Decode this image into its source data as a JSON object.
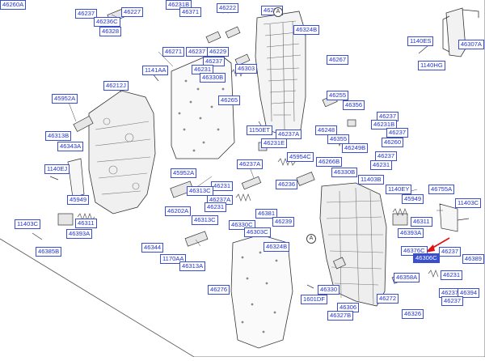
{
  "callouts": [
    {
      "id": "46237",
      "selected": false
    },
    {
      "id": "46236C",
      "selected": false
    },
    {
      "id": "46328",
      "selected": false
    },
    {
      "id": "46227",
      "selected": false
    },
    {
      "id": "46231B",
      "selected": false
    },
    {
      "id": "46371",
      "selected": false
    },
    {
      "id": "46222",
      "selected": false
    },
    {
      "id": "46239",
      "selected": false
    },
    {
      "id": "46324B",
      "selected": false
    },
    {
      "id": "1140ES",
      "selected": false
    },
    {
      "id": "46307A",
      "selected": false
    },
    {
      "id": "1140HG",
      "selected": false
    },
    {
      "id": "46271",
      "selected": false
    },
    {
      "id": "46237",
      "selected": false
    },
    {
      "id": "46229",
      "selected": false
    },
    {
      "id": "46237",
      "selected": false
    },
    {
      "id": "46231",
      "selected": false
    },
    {
      "id": "46303",
      "selected": false
    },
    {
      "id": "46330B",
      "selected": false
    },
    {
      "id": "1141AA",
      "selected": false
    },
    {
      "id": "46267",
      "selected": false
    },
    {
      "id": "46212J",
      "selected": false
    },
    {
      "id": "46265",
      "selected": false
    },
    {
      "id": "46255",
      "selected": false
    },
    {
      "id": "45952A",
      "selected": false
    },
    {
      "id": "46356",
      "selected": false
    },
    {
      "id": "46237",
      "selected": false
    },
    {
      "id": "46231B",
      "selected": false
    },
    {
      "id": "46313B",
      "selected": false
    },
    {
      "id": "1150ET",
      "selected": false
    },
    {
      "id": "46248",
      "selected": false
    },
    {
      "id": "46237",
      "selected": false
    },
    {
      "id": "46237A",
      "selected": false
    },
    {
      "id": "46355",
      "selected": false
    },
    {
      "id": "46260",
      "selected": false
    },
    {
      "id": "46343A",
      "selected": false
    },
    {
      "id": "46231E",
      "selected": false
    },
    {
      "id": "46249B",
      "selected": false
    },
    {
      "id": "45954C",
      "selected": false
    },
    {
      "id": "46237",
      "selected": false
    },
    {
      "id": "46266B",
      "selected": false
    },
    {
      "id": "46231",
      "selected": false
    },
    {
      "id": "1140EJ",
      "selected": false
    },
    {
      "id": "46237A",
      "selected": false
    },
    {
      "id": "46330B",
      "selected": false
    },
    {
      "id": "11403B",
      "selected": false
    },
    {
      "id": "45952A",
      "selected": false
    },
    {
      "id": "46231",
      "selected": false
    },
    {
      "id": "46236",
      "selected": false
    },
    {
      "id": "1140EY",
      "selected": false
    },
    {
      "id": "46755A",
      "selected": false
    },
    {
      "id": "46313C",
      "selected": false
    },
    {
      "id": "46237A",
      "selected": false
    },
    {
      "id": "45949",
      "selected": false
    },
    {
      "id": "45949",
      "selected": false
    },
    {
      "id": "46231",
      "selected": false
    },
    {
      "id": "11403C",
      "selected": false
    },
    {
      "id": "46202A",
      "selected": false
    },
    {
      "id": "46381",
      "selected": false
    },
    {
      "id": "11403C",
      "selected": false
    },
    {
      "id": "46311",
      "selected": false
    },
    {
      "id": "46313C",
      "selected": false
    },
    {
      "id": "46330C",
      "selected": false
    },
    {
      "id": "46239",
      "selected": false
    },
    {
      "id": "46311",
      "selected": false
    },
    {
      "id": "46393A",
      "selected": false
    },
    {
      "id": "46303C",
      "selected": false
    },
    {
      "id": "46393A",
      "selected": false
    },
    {
      "id": "46344",
      "selected": false
    },
    {
      "id": "46324B",
      "selected": false
    },
    {
      "id": "46385B",
      "selected": false
    },
    {
      "id": "46376C",
      "selected": false
    },
    {
      "id": "46237",
      "selected": false
    },
    {
      "id": "1170AA",
      "selected": false
    },
    {
      "id": "46313A",
      "selected": false
    },
    {
      "id": "46306C",
      "selected": true
    },
    {
      "id": "46389",
      "selected": false
    },
    {
      "id": "46276",
      "selected": false
    },
    {
      "id": "46231",
      "selected": false
    },
    {
      "id": "46330",
      "selected": false
    },
    {
      "id": "46358A",
      "selected": false
    },
    {
      "id": "46237",
      "selected": false
    },
    {
      "id": "1601DF",
      "selected": false
    },
    {
      "id": "46272",
      "selected": false
    },
    {
      "id": "46394",
      "selected": false
    },
    {
      "id": "46306",
      "selected": false
    },
    {
      "id": "46237",
      "selected": false
    },
    {
      "id": "46327B",
      "selected": false
    },
    {
      "id": "46326",
      "selected": false
    },
    {
      "id": "46260A",
      "selected": false
    }
  ],
  "markers": [
    "A",
    "A"
  ],
  "colors": {
    "label_border": "#3a4fd0",
    "label_text": "#2233cc",
    "selected_fill": "#3a4fd0",
    "arrow": "#e01010",
    "line": "#333333"
  }
}
